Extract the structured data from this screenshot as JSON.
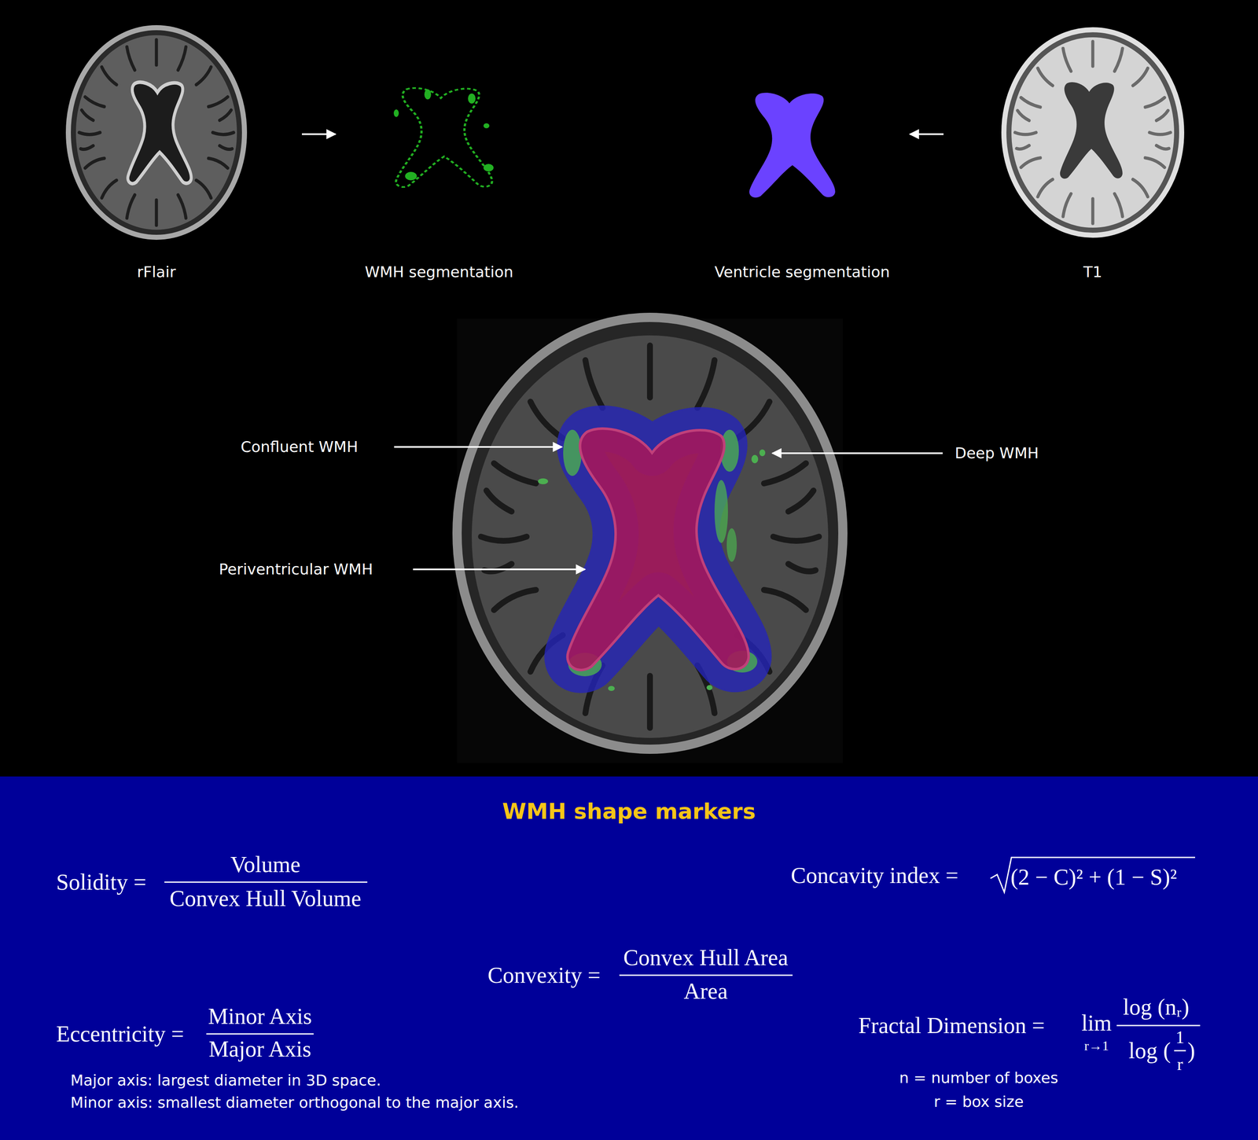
{
  "diagram": {
    "nodes": [
      {
        "text": [
          "rFlair"
        ]
      },
      {
        "text": [
          "WMH segmentation"
        ]
      },
      {
        "text": [
          "Ventricle segmentation"
        ]
      },
      {
        "text": [
          "T1"
        ]
      },
      {
        "text": [
          "WMH shape markers"
        ]
      }
    ],
    "edges": [
      {
        "from": 0,
        "to": 1,
        "arrow": "to"
      },
      {
        "from": 3,
        "to": 2,
        "arrow": "to"
      }
    ],
    "labels": [
      "Confluent WMH",
      "Deep WMH",
      "Periventricular WMH",
      "Solidity =",
      "Volume",
      "Convex Hull Volume",
      "Concavity index =",
      "(2 − C)² + (1 − S)²",
      "Convexity =",
      "Convex Hull Area",
      "Area",
      "Eccentricity =",
      "Minor Axis",
      "Major Axis",
      "Major axis: largest diameter in 3D space.",
      "Minor axis: smallest diameter orthogonal to the major axis.",
      "Fractal Dimension =",
      "lim",
      "r→1",
      "log (nᵣ)",
      "log (",
      "1",
      "r",
      ")",
      "n = number of boxes",
      "r = box size"
    ]
  }
}
